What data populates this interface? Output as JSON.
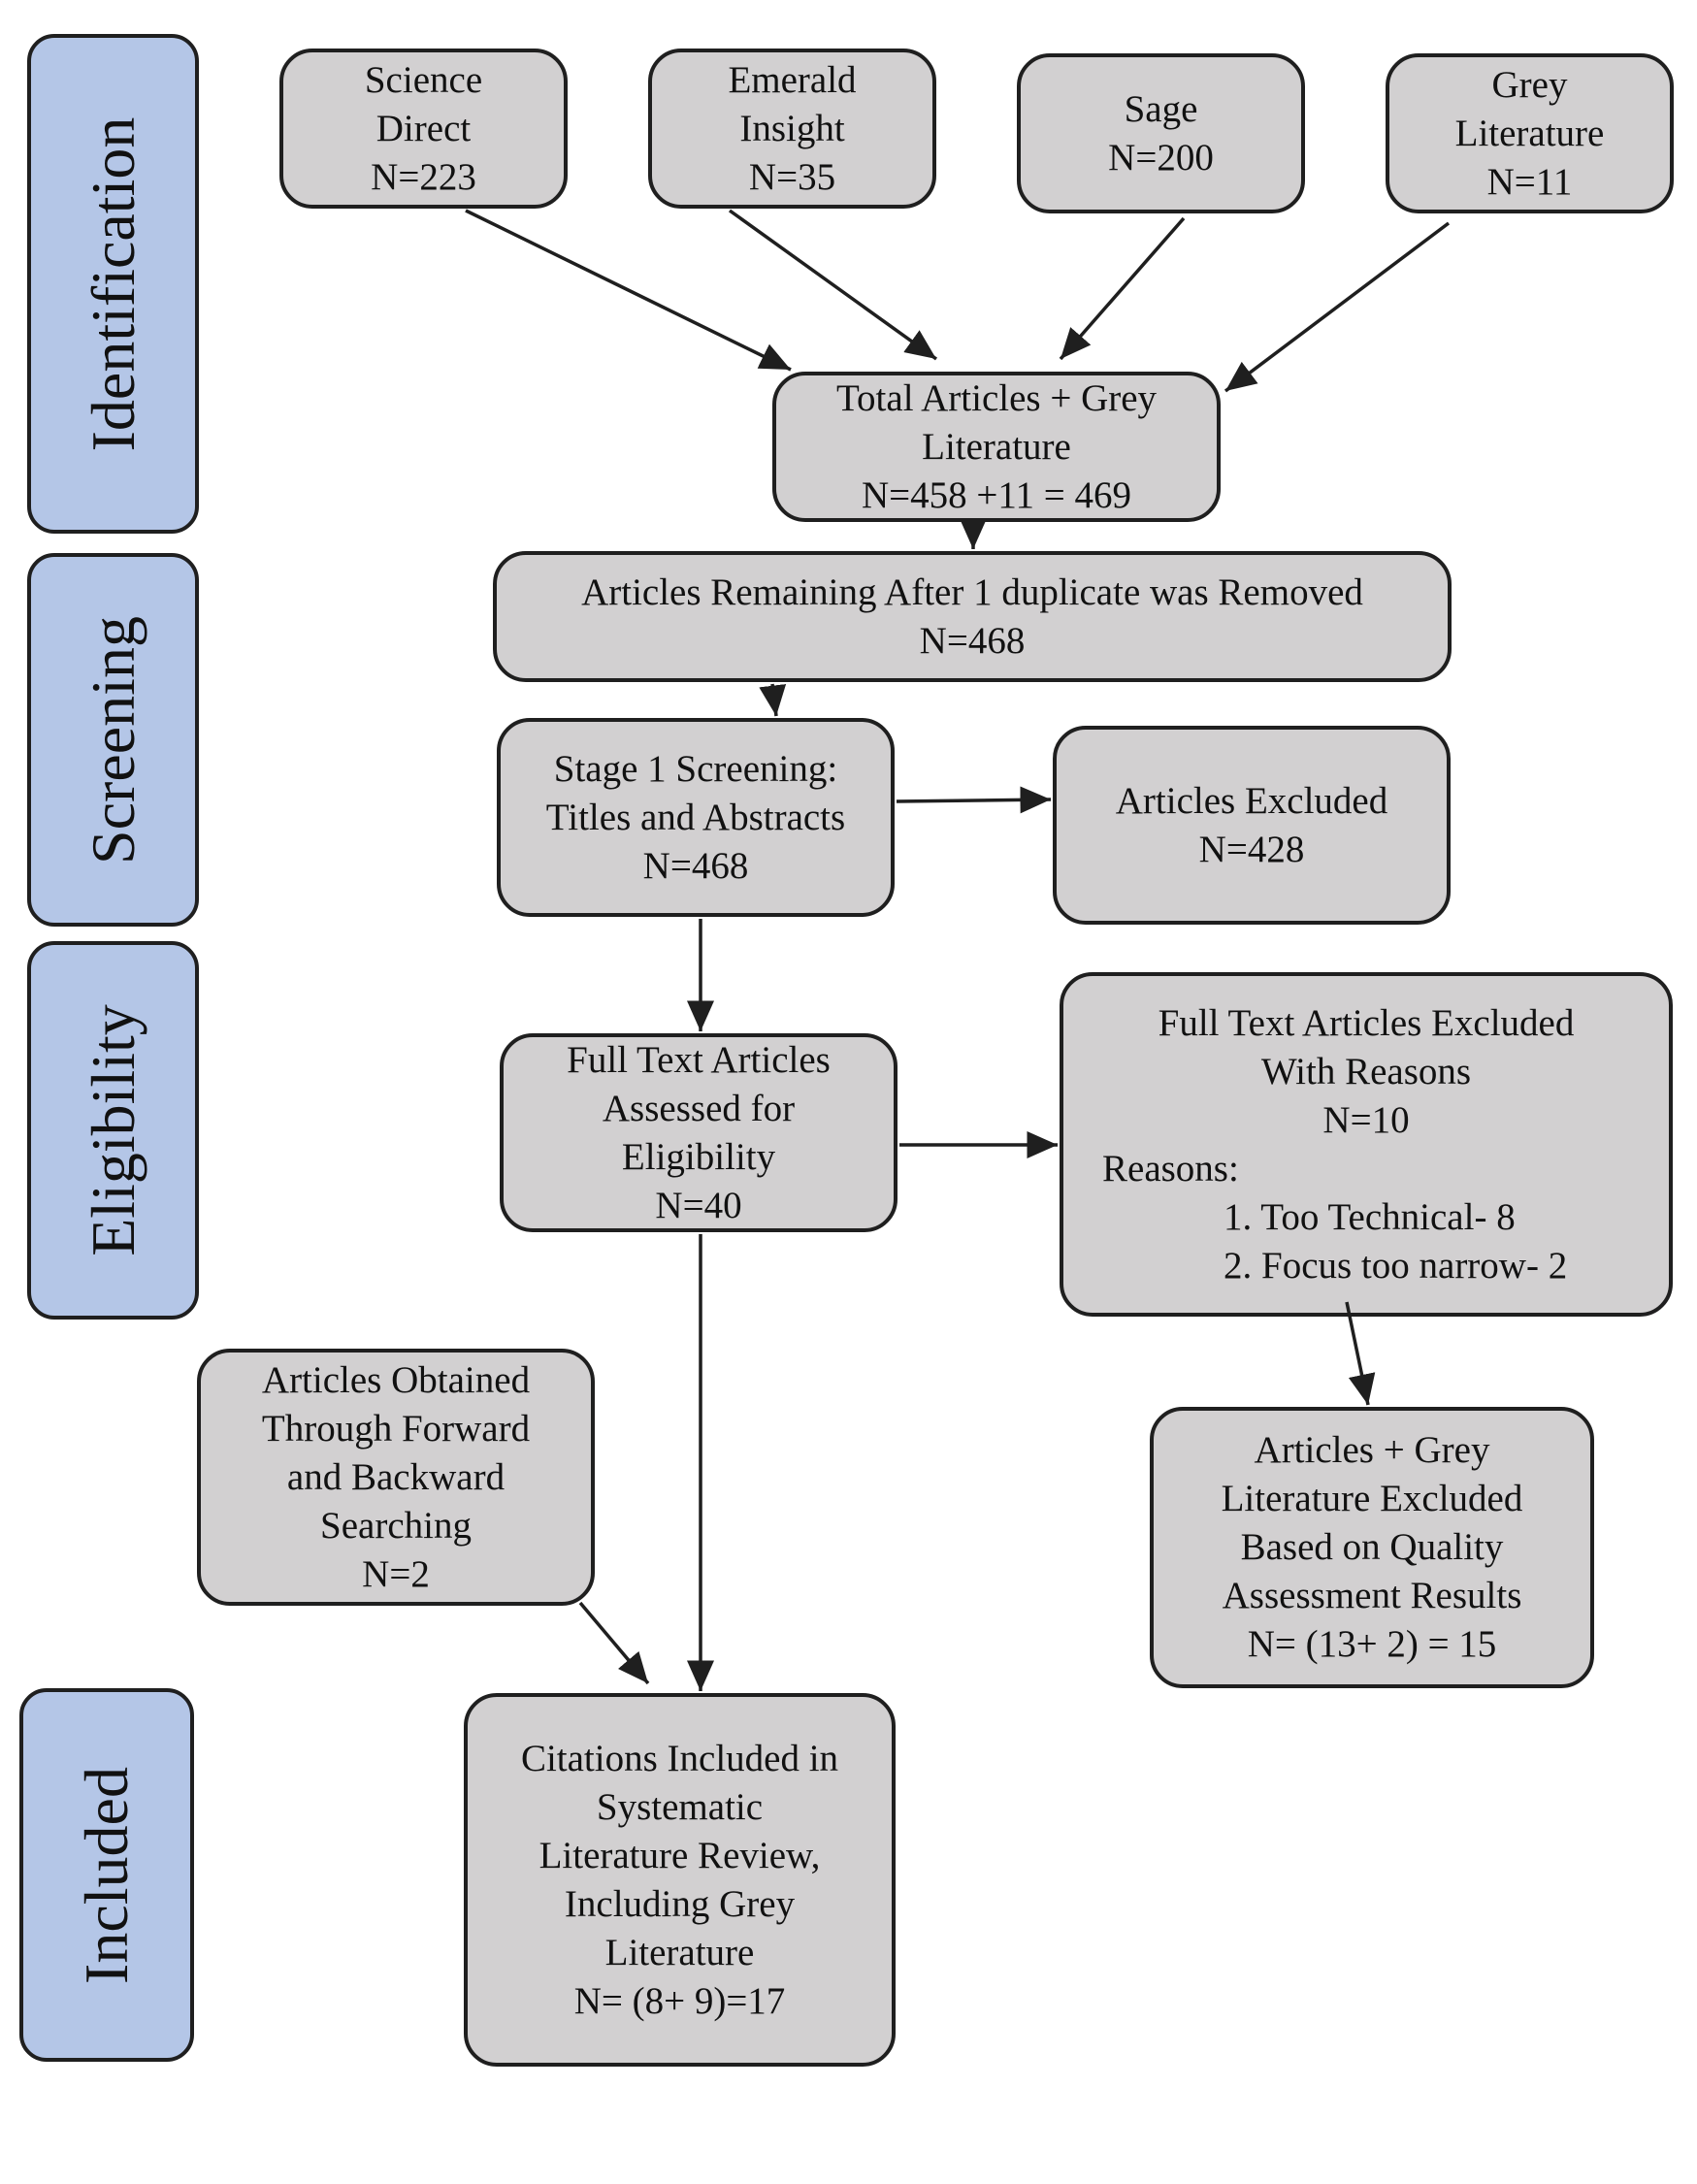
{
  "phases": {
    "identification": "Identification",
    "screening": "Screening",
    "eligibility": "Eligibility",
    "included": "Included"
  },
  "sources": {
    "science_direct": [
      "Science",
      "Direct",
      "N=223"
    ],
    "emerald": [
      "Emerald",
      "Insight",
      "N=35"
    ],
    "sage": [
      "Sage",
      "N=200"
    ],
    "grey": [
      "Grey",
      "Literature",
      "N=11"
    ]
  },
  "total": [
    "Total Articles + Grey",
    "Literature",
    "N=458 +11 = 469"
  ],
  "duplicates": [
    "Articles Remaining After 1 duplicate was Removed",
    "N=468"
  ],
  "stage1": [
    "Stage 1 Screening:",
    "Titles and Abstracts",
    "N=468"
  ],
  "excluded_stage1": [
    "Articles Excluded",
    "N=428"
  ],
  "fulltext": [
    "Full Text Articles",
    "Assessed for",
    "Eligibility",
    "N=40"
  ],
  "fulltext_excluded": {
    "lines": [
      "Full Text Articles Excluded",
      "With Reasons",
      "N=10"
    ],
    "reasons_label": "Reasons:",
    "reasons": [
      "1.   Too Technical- 8",
      "2.   Focus too narrow- 2"
    ]
  },
  "forward_backward": [
    "Articles Obtained",
    "Through Forward",
    "and Backward",
    "Searching",
    "N=2"
  ],
  "quality_excluded": [
    "Articles + Grey",
    "Literature Excluded",
    "Based on Quality",
    "Assessment Results",
    "N= (13+ 2) =  15"
  ],
  "included_final": [
    "Citations Included in",
    "Systematic",
    "Literature Review,",
    "Including Grey",
    "Literature",
    "N= (8+ 9)=17"
  ],
  "colors": {
    "phase_fill": "#b4c6e7",
    "box_fill": "#d2d0d1",
    "stroke": "#1f1f1f"
  }
}
